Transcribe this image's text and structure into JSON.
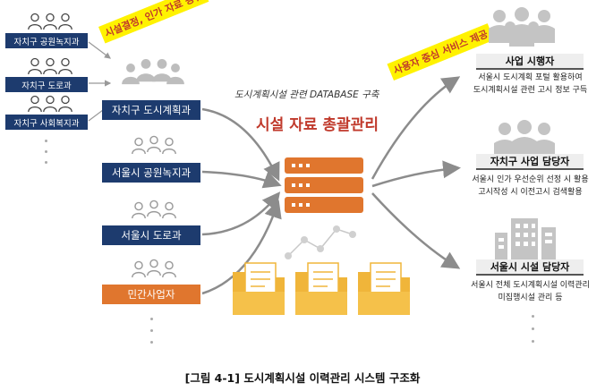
{
  "left_small": [
    {
      "label": "자치구 공원녹지과"
    },
    {
      "label": "자치구 도로과"
    },
    {
      "label": "자치구 사회복지과"
    }
  ],
  "left_main": [
    {
      "label": "자치구 도시계획과"
    },
    {
      "label": "서울시 공원녹지과"
    },
    {
      "label": "서울시 도로과"
    },
    {
      "label": "민간사업자"
    }
  ],
  "notes": {
    "left": "시설결정, 인가 자료 공유",
    "right": "사용자 중심 서비스 제공"
  },
  "center": {
    "subtitle": "도시계획시설 관련 DATABASE 구축",
    "title": "시설 자료 총괄관리"
  },
  "right": [
    {
      "title": "사업 시행자",
      "lines": [
        "서울시 도시계획 포털 활용하여",
        "도시계획시설 관련 고시 정보 구득"
      ]
    },
    {
      "title": "자치구 사업 담당자",
      "lines": [
        "서울시 인가 우선순위 선정 시 활용",
        "고시작성 시 이전고시 검색활용"
      ]
    },
    {
      "title": "서울시 시설 담당자",
      "lines": [
        "서울시 전체 도시계획시설 이력관리",
        "미집행시설 관리 등"
      ]
    }
  ],
  "caption": "[그림 4-1] 도시계획시설 이력관리 시스템 구조화",
  "colors": {
    "navy": "#1d3b6e",
    "orange": "#e0762e",
    "red_title": "#c0392b",
    "highlight": "#fff200"
  }
}
